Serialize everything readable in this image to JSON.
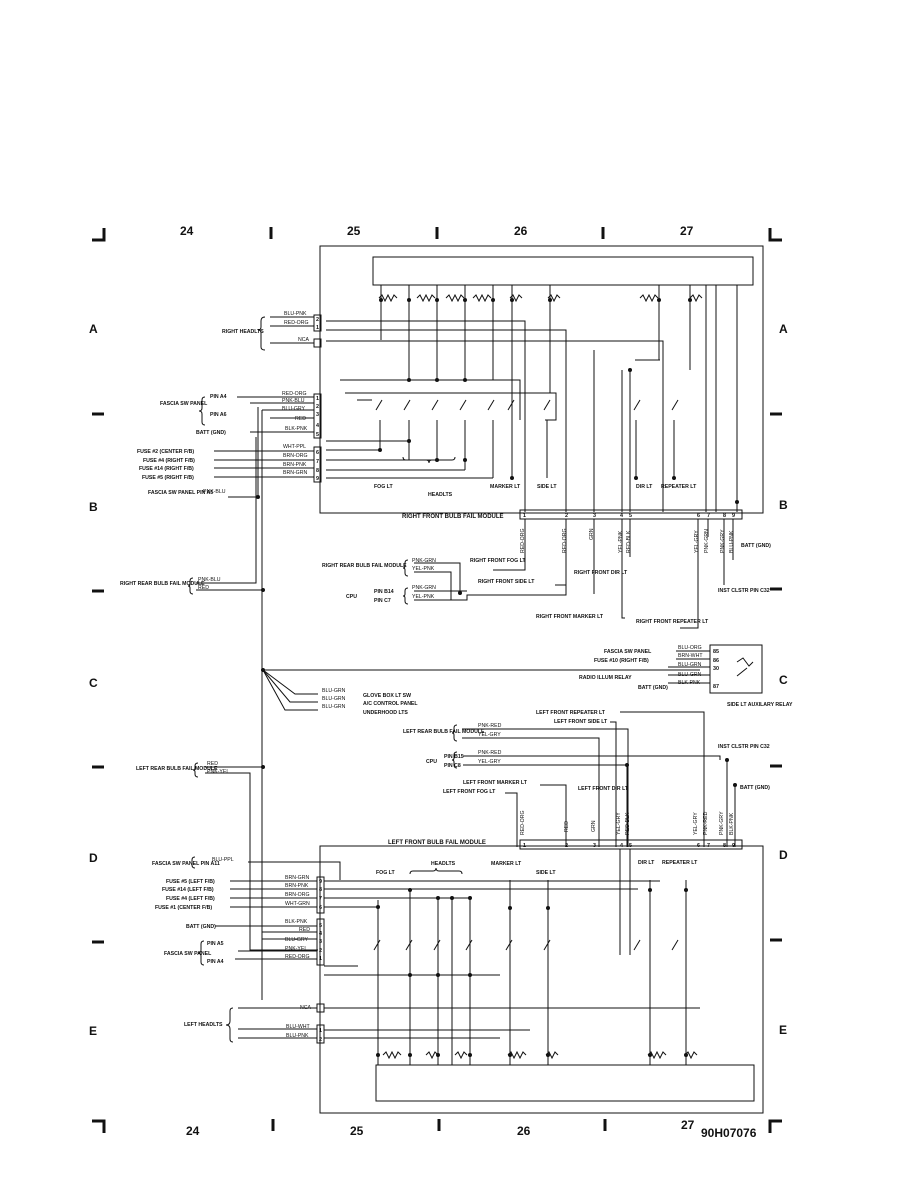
{
  "grid": {
    "columns": [
      "24",
      "25",
      "26",
      "27"
    ],
    "rows": [
      "A",
      "B",
      "C",
      "D",
      "E"
    ]
  },
  "diagram_code": "90H07076",
  "right_module": {
    "title": "RIGHT FRONT BULB FAIL MODULE",
    "left_wires": [
      "BLU-PNK",
      "RED-ORG",
      "NCA",
      "RED-ORG",
      "PNK-BLU",
      "BLU-GRY",
      "RED",
      "BLK-PNK",
      "WHT-PPL",
      "BRN-ORG",
      "BRN-PNK",
      "BRN-GRN"
    ],
    "left_pins": [
      "2",
      "1",
      "1",
      "2",
      "3",
      "4",
      "5",
      "6",
      "7",
      "8",
      "9"
    ],
    "left_sources": [
      "RIGHT HEADLTS",
      "FASCIA SW PANEL",
      "PIN A4",
      "PIN A6",
      "BATT (GND)",
      "FUSE #2 (CENTER F/B)",
      "FUSE #4 (RIGHT F/B)",
      "FUSE #14 (RIGHT F/B)",
      "FUSE #5 (RIGHT F/B)",
      "FASCIA SW PANEL PIN A5",
      "PNK-BLU"
    ],
    "bottom_pins": [
      "1",
      "2",
      "3",
      "4",
      "5",
      "6",
      "7",
      "8",
      "9"
    ],
    "bottom_wires": [
      "RED-ORG",
      "RED-ORG",
      "GRN",
      "YEL-PNK",
      "RED-BLK",
      "YEL-GRY",
      "PNK-GRN",
      "PNK-GRY",
      "BLU-PNK"
    ],
    "sections": [
      "FOG LT",
      "HEADLTS",
      "MARKER LT",
      "SIDE LT",
      "DIR LT",
      "REPEATER LT"
    ]
  },
  "left_module": {
    "title": "LEFT FRONT BULB FAIL MODULE",
    "top_pins": [
      "1",
      "2",
      "3",
      "4",
      "5",
      "6",
      "7",
      "8",
      "9"
    ],
    "top_wires": [
      "RED-ORG",
      "RED",
      "GRN",
      "YEL-GRY",
      "RED-BLK",
      "YEL-GRY",
      "PNK-RED",
      "PNK-GRY",
      "BLK-PNK"
    ],
    "left_wires": [
      "BRN-GRN",
      "BRN-PNK",
      "BRN-ORG",
      "WHT-GRN",
      "BLK-PNK",
      "RED",
      "BLU-GRY",
      "PNK-YEL",
      "RED-ORG",
      "NCA",
      "BLU-WHT",
      "BLU-PNK"
    ],
    "left_pins": [
      "9",
      "8",
      "7",
      "6",
      "5",
      "4",
      "3",
      "2",
      "1",
      "1",
      "2"
    ],
    "left_sources": [
      "FASCIA SW PANEL PIN A11",
      "BLU-PPL",
      "FUSE #5 (LEFT F/B)",
      "FUSE #14 (LEFT F/B)",
      "FUSE #4 (LEFT F/B)",
      "FUSE #1 (CENTER F/B)",
      "BATT (GND)",
      "FASCIA SW PANEL",
      "PIN A5",
      "PIN A4",
      "LEFT HEADLTS"
    ],
    "sections": [
      "FOG LT",
      "HEADLTS",
      "MARKER LT",
      "SIDE LT",
      "DIR LT",
      "REPEATER LT"
    ]
  },
  "middle": {
    "rr_bulb": "RIGHT REAR BULB FAIL MODULE",
    "rr_bulb_top": "RIGHT REAR BULB FAIL MODULE",
    "rr_wires": [
      "PNK-GRN",
      "YEL-PNK"
    ],
    "cpu_pins": [
      "PIN B14",
      "PIN C7"
    ],
    "cpu_wires": [
      "PNK-GRN",
      "YEL-PNK"
    ],
    "cpu": "CPU",
    "rr_left_wires": [
      "PNK-BLU",
      "RED"
    ],
    "right_front_fog": "RIGHT FRONT FOG LT",
    "right_front_side": "RIGHT FRONT SIDE LT",
    "right_front_dir": "RIGHT FRONT DIR LT",
    "right_front_marker": "RIGHT FRONT MARKER LT",
    "right_front_repeater": "RIGHT FRONT REPEATER LT",
    "inst_cluster": "INST CLSTR PIN C32",
    "batt_gnd": "BATT (GND)",
    "bus_wires": [
      "BLU-GRN",
      "BLU-GRN",
      "BLU-GRN"
    ],
    "bus_targets": [
      "GLOVE BOX LT SW",
      "A/C CONTROL PANEL",
      "UNDERHOOD LTS"
    ],
    "relay_sources": [
      "FASCIA SW PANEL",
      "FUSE #10 (RIGHT F/B)",
      "RADIO ILLUM RELAY",
      "BATT (GND)"
    ],
    "relay_wires": [
      "BLU-ORG",
      "BRN-WHT",
      "BLU-GRN",
      "BLU-GRN",
      "BLK-PNK"
    ],
    "relay_pins": [
      "85",
      "86",
      "30",
      "87"
    ],
    "relay_title": "SIDE LT AUXILARY RELAY",
    "left_front_repeater": "LEFT FRONT REPEATER LT",
    "left_front_side": "LEFT FRONT SIDE LT",
    "lr_bulb": "LEFT REAR BULB FAIL MODULE",
    "lr_wires": [
      "PNK-RED",
      "YEL-GRY"
    ],
    "cpu2_pins": [
      "PIN B15",
      "PIN C8"
    ],
    "cpu2_wires": [
      "PNK-RED",
      "YEL-GRY"
    ],
    "left_front_marker": "LEFT FRONT MARKER LT",
    "left_front_fog": "LEFT FRONT FOG LT",
    "left_front_dir": "LEFT FRONT DIR LT",
    "inst_cluster2": "INST CLSTR PIN C32",
    "lr_left_wires": [
      "RED",
      "PNK-YEL"
    ]
  }
}
